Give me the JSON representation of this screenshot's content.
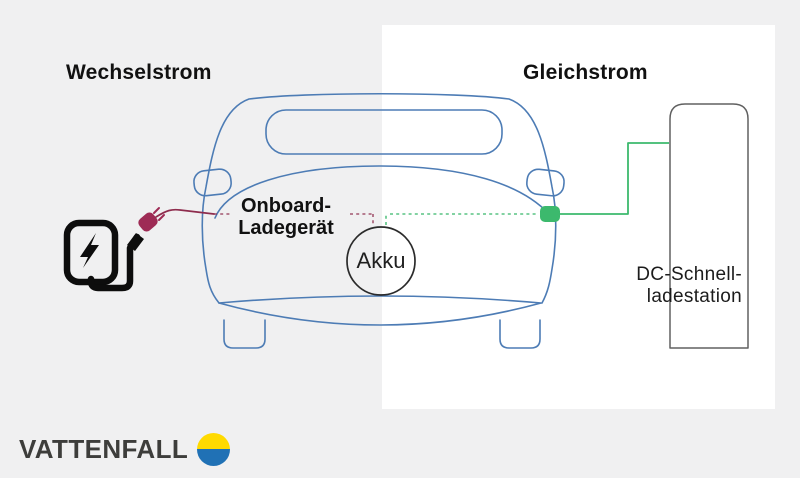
{
  "sections": {
    "ac": {
      "label": "Wechselstrom"
    },
    "dc": {
      "label": "Gleichstrom"
    }
  },
  "car": {
    "onboard_charger": {
      "line1": "Onboard-",
      "line2": "Ladegerät"
    },
    "battery": {
      "label": "Akku"
    }
  },
  "station": {
    "line1": "DC-Schnell-",
    "line2": "ladestation"
  },
  "brand": {
    "wordmark": "VATTENFALL"
  },
  "icons": {
    "charger": "wallbox-charger-icon",
    "bolt": "lightning-bolt-icon",
    "plug": "ac-plug-icon",
    "brand_circle": "vattenfall-sun-icon"
  },
  "colors": {
    "background": "#f0f0f1",
    "panel": "#ffffff",
    "car_outline": "#4d7cb5",
    "ac_cable": "#8e2c4d",
    "ac_plug": "#9e2b55",
    "dc_cable": "#3cb96d",
    "station_outline": "#606060",
    "charger_icon": "#0d0d0d",
    "battery_outline": "#2b2b2b",
    "heading_text": "#111111",
    "brand_text": "#3d3d3b",
    "brand_circle_top": "#ffda00",
    "brand_circle_bottom": "#2071b5"
  }
}
